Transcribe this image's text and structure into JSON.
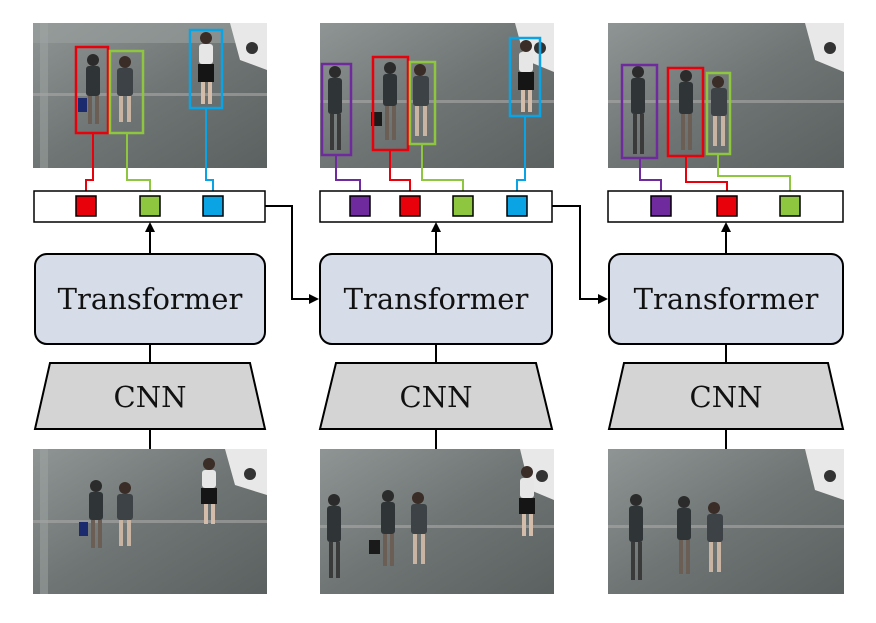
{
  "columns": [
    {
      "transformer_label": "Transformer",
      "cnn_label": "CNN",
      "queries": [
        {
          "color": "#e8000b",
          "icon": "red-query-square"
        },
        {
          "color": "#8ec63f",
          "icon": "green-query-square"
        },
        {
          "color": "#0aa3e3",
          "icon": "blue-query-square"
        }
      ]
    },
    {
      "transformer_label": "Transformer",
      "cnn_label": "CNN",
      "queries": [
        {
          "color": "#6f2a9e",
          "icon": "purple-query-square"
        },
        {
          "color": "#e8000b",
          "icon": "red-query-square"
        },
        {
          "color": "#8ec63f",
          "icon": "green-query-square"
        },
        {
          "color": "#0aa3e3",
          "icon": "blue-query-square"
        }
      ]
    },
    {
      "transformer_label": "Transformer",
      "cnn_label": "CNN",
      "queries": [
        {
          "color": "#6f2a9e",
          "icon": "purple-query-square"
        },
        {
          "color": "#e8000b",
          "icon": "red-query-square"
        },
        {
          "color": "#8ec63f",
          "icon": "green-query-square"
        }
      ]
    }
  ],
  "colors": {
    "red": "#e8000b",
    "green": "#8ec63f",
    "blue": "#0aa3e3",
    "purple": "#6f2a9e",
    "transformer_fill": "#d6dce8",
    "cnn_fill": "#d4d4d4"
  }
}
